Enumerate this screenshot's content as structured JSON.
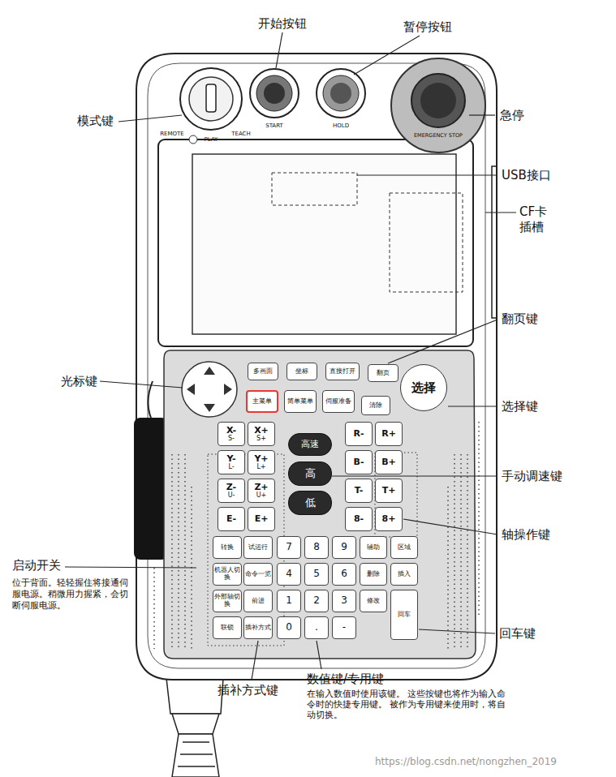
{
  "diagram": {
    "nodes": [
      {
        "text": [
          "多画面"
        ]
      },
      {
        "text": [
          "坐标"
        ]
      },
      {
        "text": [
          "直接打开"
        ]
      },
      {
        "text": [
          "翻页"
        ]
      },
      {
        "text": [
          "选择"
        ]
      },
      {
        "text": [
          "主菜单"
        ]
      },
      {
        "text": [
          "简单菜单"
        ]
      },
      {
        "text": [
          "伺服准备"
        ]
      },
      {
        "text": [
          "清除"
        ]
      },
      {
        "text": [
          "X-",
          "S-"
        ]
      },
      {
        "text": [
          "X+",
          "S+"
        ]
      },
      {
        "text": [
          "高速"
        ]
      },
      {
        "text": [
          "R-"
        ]
      },
      {
        "text": [
          "R+"
        ]
      },
      {
        "text": [
          "Y-",
          "L-"
        ]
      },
      {
        "text": [
          "Y+",
          "L+"
        ]
      },
      {
        "text": [
          "高"
        ]
      },
      {
        "text": [
          "B-"
        ]
      },
      {
        "text": [
          "B+"
        ]
      },
      {
        "text": [
          "Z-",
          "U-"
        ]
      },
      {
        "text": [
          "Z+",
          "U+"
        ]
      },
      {
        "text": [
          "低"
        ]
      },
      {
        "text": [
          "T-"
        ]
      },
      {
        "text": [
          "T+"
        ]
      },
      {
        "text": [
          "E-"
        ]
      },
      {
        "text": [
          "E+"
        ]
      },
      {
        "text": [
          "8-"
        ]
      },
      {
        "text": [
          "8+"
        ]
      },
      {
        "text": [
          "转换"
        ]
      },
      {
        "text": [
          "试运行"
        ]
      },
      {
        "text": [
          "7"
        ]
      },
      {
        "text": [
          "8"
        ]
      },
      {
        "text": [
          "9"
        ]
      },
      {
        "text": [
          "辅助"
        ]
      },
      {
        "text": [
          "区域"
        ]
      },
      {
        "text": [
          "机器人切换"
        ]
      },
      {
        "text": [
          "命令一览"
        ]
      },
      {
        "text": [
          "4"
        ]
      },
      {
        "text": [
          "5"
        ]
      },
      {
        "text": [
          "6"
        ]
      },
      {
        "text": [
          "删除"
        ]
      },
      {
        "text": [
          "插入"
        ]
      },
      {
        "text": [
          "外部轴切换"
        ]
      },
      {
        "text": [
          "前进"
        ]
      },
      {
        "text": [
          "1"
        ]
      },
      {
        "text": [
          "2"
        ]
      },
      {
        "text": [
          "3"
        ]
      },
      {
        "text": [
          "修改"
        ]
      },
      {
        "text": [
          "回车"
        ]
      },
      {
        "text": [
          "联锁"
        ]
      },
      {
        "text": [
          "插补方式"
        ]
      },
      {
        "text": [
          "0"
        ]
      },
      {
        "text": [
          "."
        ]
      },
      {
        "text": [
          "-"
        ]
      }
    ],
    "labels": [
      "开始按钮",
      "暂停按钮",
      "模式键",
      "REMOTE",
      "PLAY",
      "TEACH",
      "START",
      "HOLD",
      "急停",
      "EMERGENCY STOP",
      "USB接口",
      "CF卡 插槽",
      "翻页键",
      "光标键",
      "选择键",
      "手动调速键",
      "轴操作键",
      "启动开关",
      "位于背面。轻轻握住将接通伺服电源。稍微用力握紧，会切断伺服电源。",
      "回车键",
      "数值键/专用键",
      "在输入数值时使用该键。 这些按键也将作为输入命令时的快捷专用键。 被作为专用键来使用时，将自动切换。",
      "插补方式键",
      "https://blog.csdn.net/nongzhen_2019"
    ]
  }
}
